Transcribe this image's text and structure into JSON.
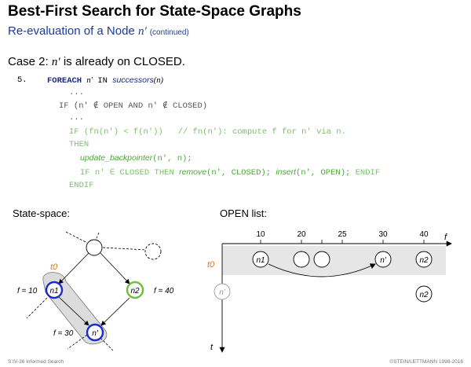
{
  "header": {
    "title": "Best-First Search for State-Space Graphs",
    "subtitle_prefix": "Re-evaluation of a Node ",
    "subtitle_var": "n′",
    "subtitle_small": "(continued)"
  },
  "case": {
    "prefix": "Case 2: ",
    "var": "n′",
    "suffix": " is already on CLOSED."
  },
  "code": {
    "line_number": "5.",
    "foreach_kw": "FOREACH",
    "foreach_var": "n′",
    "in_kw": "IN",
    "successors_fn": "successors",
    "successors_arg": "(n)",
    "dots1": "...",
    "if_line": "IF (n′ ∉ OPEN AND n′ ∉ CLOSED)",
    "dots2": "...",
    "if_cond": "IF (fn(n′) < f(n′))",
    "if_comment": "// fn(n′): compute f for n′ via n.",
    "then_kw": "THEN",
    "update_fn": "update_backpointer",
    "update_args": "(n′, n);",
    "if_closed_prefix": "IF n′ ∈ CLOSED THEN",
    "remove_fn": "remove",
    "remove_args": "(n′, CLOSED);",
    "insert_fn": "insert",
    "insert_args": "(n′, OPEN);",
    "endif_inline": "ENDIF",
    "endif": "ENDIF"
  },
  "state_space": {
    "heading": "State-space:",
    "t0": "t0",
    "n1": "n1",
    "n2": "n2",
    "nprime": "n′",
    "f10": "f = 10",
    "f40": "f = 40",
    "f30": "f = 30"
  },
  "open_list": {
    "heading": "OPEN list:",
    "ticks": [
      "10",
      "20",
      "25",
      "30",
      "40"
    ],
    "f_axis": "f",
    "t_axis": "t",
    "t0": "t0",
    "n1": "n1",
    "nprime": "n′",
    "n2": "n2",
    "nprime_old": "n′",
    "n2_below": "n2"
  },
  "footer": {
    "left": "S:IV-36    Informed Search",
    "right": "©STEIN/LETTMANN 1998-2016"
  },
  "colors": {
    "blue": "#1a2acc",
    "green": "#6cbf3a",
    "orange": "#e07a1e",
    "gray_band": "#e6e6e6"
  }
}
